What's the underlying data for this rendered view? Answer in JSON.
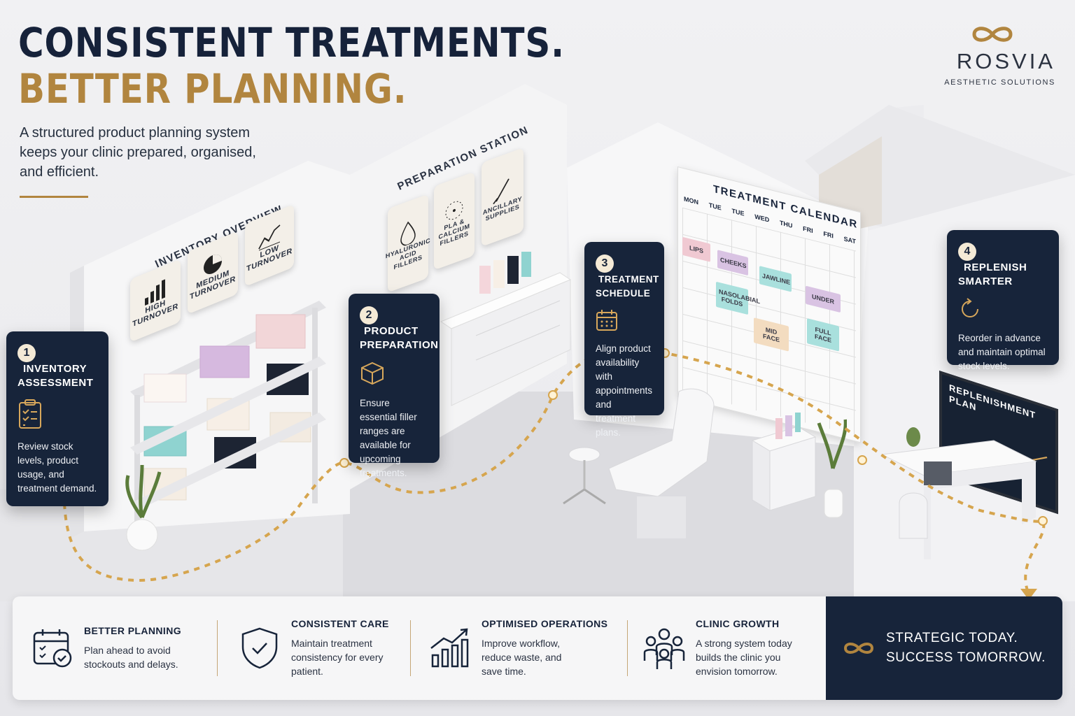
{
  "headline": {
    "line1": "CONSISTENT TREATMENTS.",
    "line2": "BETTER PLANNING."
  },
  "intro": "A structured product planning system keeps your clinic prepared, organised, and efficient.",
  "logo": {
    "brand": "ROSVIA",
    "tagline": "AESTHETIC SOLUTIONS"
  },
  "rooms": {
    "inventory": {
      "title": "INVENTORY OVERVIEW",
      "tiles": [
        "HIGH TURNOVER",
        "MEDIUM TURNOVER",
        "LOW TURNOVER"
      ]
    },
    "preparation": {
      "title": "PREPARATION STATION",
      "tiles": [
        "HYALURONIC ACID FILLERS",
        "PLA & CALCIUM FILLERS",
        "ANCILLARY SUPPLIES"
      ]
    },
    "calendar": {
      "title": "TREATMENT CALENDAR",
      "days": [
        "MON",
        "TUE",
        "TUE",
        "WED",
        "THU",
        "FRI",
        "FRI",
        "SAT"
      ],
      "notes": [
        "LIPS",
        "CHEEKS",
        "JAWLINE",
        "NASOLABIAL FOLDS",
        "UNDER",
        "MID FACE",
        "FULL FACE"
      ]
    },
    "screen": {
      "title": "REPLENISHMENT PLAN"
    }
  },
  "steps": [
    {
      "number": "1",
      "title": "INVENTORY ASSESSMENT",
      "icon": "clipboard-checklist-icon",
      "description": "Review stock levels, product usage, and treatment demand."
    },
    {
      "number": "2",
      "title": "PRODUCT PREPARATION",
      "icon": "box-icon",
      "description": "Ensure essential filler ranges are available for upcoming treatments."
    },
    {
      "number": "3",
      "title": "TREATMENT SCHEDULE",
      "icon": "calendar-icon",
      "description": "Align product availability with appointments and treatment plans."
    },
    {
      "number": "4",
      "title": "REPLENISH SMARTER",
      "icon": "refresh-icon",
      "description": "Reorder in advance and maintain optimal stock levels."
    }
  ],
  "benefits": [
    {
      "title": "BETTER PLANNING",
      "icon": "calendar-check-icon",
      "description": "Plan ahead to avoid stockouts and delays."
    },
    {
      "title": "CONSISTENT CARE",
      "icon": "shield-check-icon",
      "description": "Maintain treatment consistency for every patient."
    },
    {
      "title": "OPTIMISED OPERATIONS",
      "icon": "growth-chart-icon",
      "description": "Improve workflow, reduce waste, and save time."
    },
    {
      "title": "CLINIC GROWTH",
      "icon": "team-icon",
      "description": "A strong system today builds the clinic you envision tomorrow."
    }
  ],
  "slogan": {
    "line1": "STRATEGIC TODAY.",
    "line2": "SUCCESS TOMORROW."
  },
  "colors": {
    "navy": "#17243a",
    "gold": "#b1853f",
    "pink": "#f0c9d2",
    "lilac": "#d9c3e3",
    "teal": "#8fd3d0",
    "cream": "#f3ead8"
  }
}
